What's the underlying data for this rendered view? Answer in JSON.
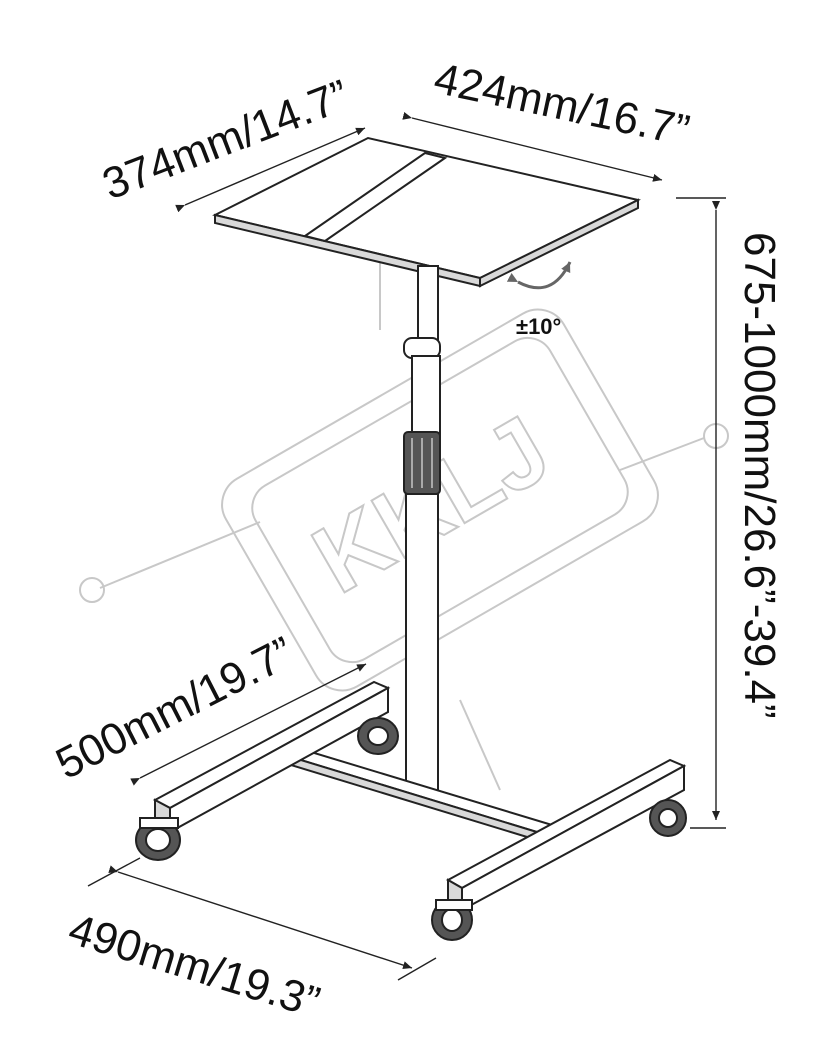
{
  "dimensions": {
    "tray_depth": "374mm/14.7”",
    "tray_width": "424mm/16.7”",
    "height_range": "675-1000mm/26.6”-39.4”",
    "base_depth": "500mm/19.7”",
    "base_width": "490mm/19.3”"
  },
  "tilt": {
    "label": "±10°"
  },
  "watermark": {
    "text": "KKLJ"
  }
}
